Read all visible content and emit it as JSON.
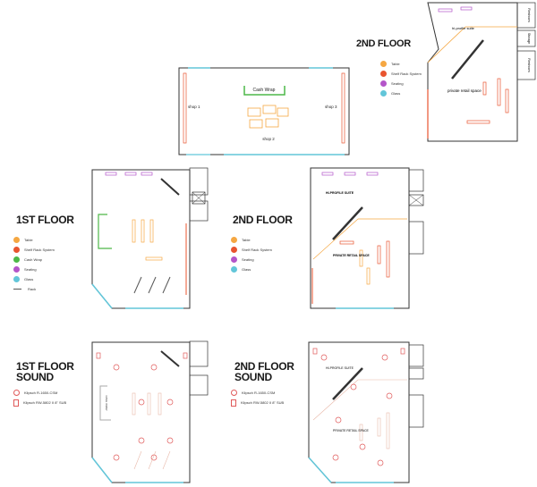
{
  "plans": {
    "shop_floor": {
      "labels": {
        "cash_wrap": "Cash Wrap",
        "shop1": "shop 1",
        "shop2": "shop 2",
        "shop3": "shop 3"
      }
    },
    "top_right_2nd": {
      "title": "2ND FLOOR",
      "labels": {
        "suite": "hi-profile suite",
        "retail": "private retail space",
        "side1": "Restroom",
        "side2": "Storage",
        "side3": "Restroom"
      }
    },
    "first_floor": {
      "title": "1ST FLOOR"
    },
    "second_floor": {
      "title": "2ND FLOOR",
      "labels": {
        "suite": "HI-PROFILE SUITE",
        "retail": "PRIVATE RETAIL SPACE"
      }
    },
    "first_floor_sound": {
      "title_line1": "1ST FLOOR",
      "title_line2": "SOUND",
      "wall_label": "CASH WRAP"
    },
    "second_floor_sound": {
      "title_line1": "2ND FLOOR",
      "title_line2": "SOUND",
      "labels": {
        "suite": "HI-PROFILE SUITE",
        "retail": "PRIVATE RETAIL SPACE"
      }
    }
  },
  "legends": {
    "furniture_top": [
      {
        "label": "Table",
        "color": "#f5a742"
      },
      {
        "label": "Shelf Rack System",
        "color": "#e8542f"
      },
      {
        "label": "Seating",
        "color": "#b455c9"
      },
      {
        "label": "Glass",
        "color": "#62c6d9"
      }
    ],
    "furniture_first": [
      {
        "label": "Table",
        "color": "#f5a742"
      },
      {
        "label": "Shelf Rack System",
        "color": "#e8542f"
      },
      {
        "label": "Cash Wrap",
        "color": "#4db848"
      },
      {
        "label": "Seating",
        "color": "#b455c9"
      },
      {
        "label": "Glass",
        "color": "#62c6d9"
      },
      {
        "label": "Rack",
        "color": "#555555",
        "icon": "line"
      }
    ],
    "furniture_second": [
      {
        "label": "Table",
        "color": "#f5a742"
      },
      {
        "label": "Shelf Rack System",
        "color": "#e8542f"
      },
      {
        "label": "Seating",
        "color": "#b455c9"
      },
      {
        "label": "Glass",
        "color": "#62c6d9"
      }
    ],
    "sound": [
      {
        "label": "Klipsch R-1650-CSM",
        "icon": "circle"
      },
      {
        "label": "Klipsch RW-5802 II 8\" SUB",
        "icon": "rect"
      }
    ]
  }
}
